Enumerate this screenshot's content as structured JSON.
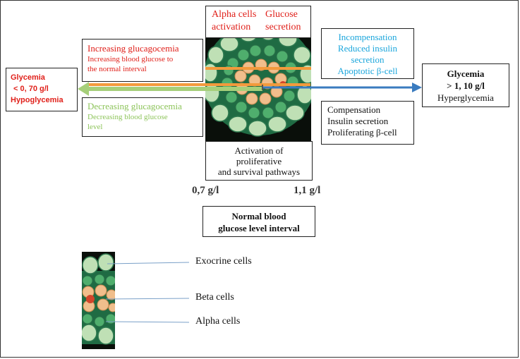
{
  "colors": {
    "red": "#e0201a",
    "green": "#8dc45a",
    "cyan": "#1ba6dc",
    "black": "#111111",
    "orange_line": "#f39a3c",
    "green_arrow": "#a6cf7a",
    "blue_arrow": "#3a7bbf"
  },
  "top_labels": {
    "alpha_cells_activation": [
      "Alpha cells",
      "activation"
    ],
    "glucose_secretion": [
      "Glucose",
      "secretion"
    ]
  },
  "increasing_box": {
    "title": "Increasing glucagocemia",
    "lines": [
      "Increasing blood glucose to",
      "the normal interval"
    ]
  },
  "decreasing_box": {
    "title": "Decreasing glucagocemia",
    "lines": [
      "Decreasing blood glucose",
      "level"
    ]
  },
  "hypo_box": {
    "lines": [
      "Glycemia",
      "< 0, 70 g/l",
      "Hypoglycemia"
    ]
  },
  "hyper_box": {
    "title": "Glycemia",
    "value": "> 1, 10 g/l",
    "label": "Hyperglycemia"
  },
  "incompensation_box": {
    "lines": [
      "Incompensation",
      "Reduced insulin",
      "secretion",
      "Apoptotic β-cell"
    ]
  },
  "compensation_box": {
    "lines": [
      "Compensation",
      "Insulin secretion",
      "Proliferating β-cell"
    ]
  },
  "activation_box": {
    "lines": [
      "Activation of",
      "proliferative",
      "and survival pathways"
    ]
  },
  "thresholds": {
    "low": "0,7 g/l",
    "high": "1,1 g/l"
  },
  "normal_box": {
    "lines": [
      "Normal blood",
      "glucose level interval"
    ]
  },
  "legend": {
    "exocrine": "Exocrine cells",
    "beta": "Beta cells",
    "alpha": "Alpha cells"
  }
}
